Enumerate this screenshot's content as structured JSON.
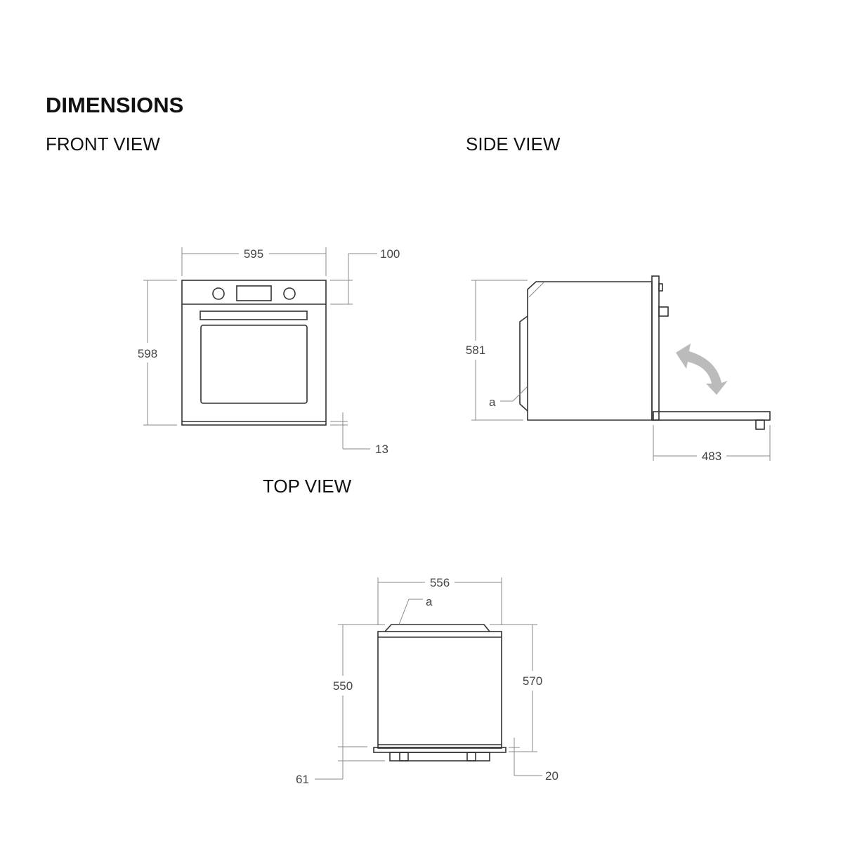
{
  "title": "DIMENSIONS",
  "views": {
    "front": {
      "label": "FRONT VIEW",
      "width": "595",
      "height": "598",
      "panel_height": "100",
      "bottom_gap": "13"
    },
    "side": {
      "label": "SIDE VIEW",
      "height": "581",
      "door_open_depth": "483",
      "callout": "a"
    },
    "top": {
      "label": "TOP VIEW",
      "width": "556",
      "callout": "a",
      "depth": "550",
      "total_depth": "570",
      "front_depth": "61",
      "panel_depth": "20"
    }
  },
  "colors": {
    "line": "#333333",
    "dimension": "#888888",
    "arrow": "#bbbbbb"
  }
}
